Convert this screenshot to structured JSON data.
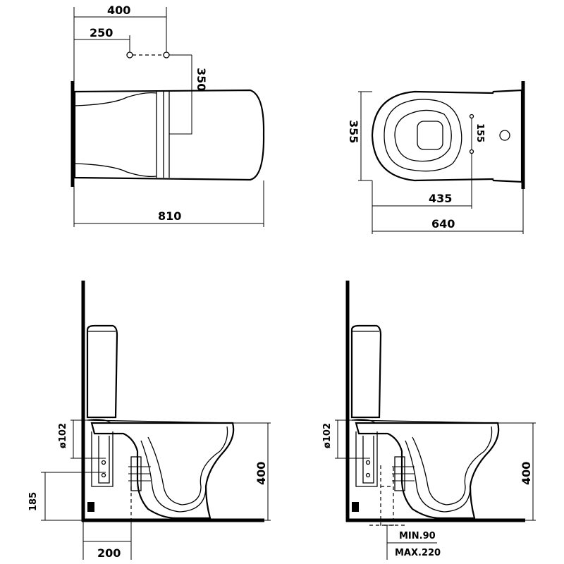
{
  "dimensions": {
    "top_view": {
      "width_400": "400",
      "width_250": "250",
      "height_350": "350",
      "length_810": "810"
    },
    "end_view": {
      "height_355": "355",
      "spacing_155": "155",
      "depth_435": "435",
      "depth_640": "640"
    },
    "side_view_floor": {
      "pipe_diameter": "ø102",
      "height_185": "185",
      "height_400": "400",
      "offset_200": "200"
    },
    "side_view_wall": {
      "pipe_diameter": "ø102",
      "height_400": "400",
      "min_label": "MIN.90",
      "max_label": "MAX.220"
    }
  }
}
